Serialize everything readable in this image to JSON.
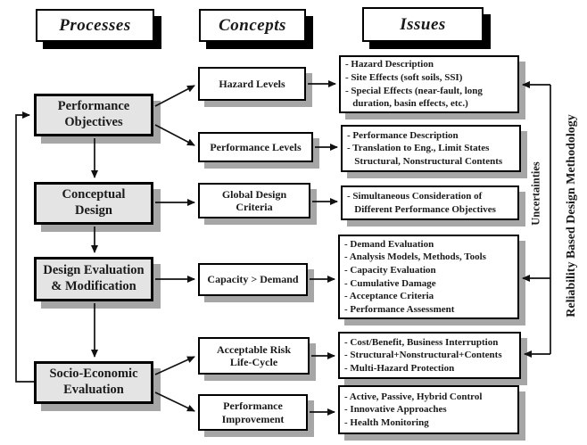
{
  "diagram": {
    "headers": {
      "processes": "Processes",
      "concepts": "Concepts",
      "issues": "Issues"
    },
    "processes": [
      {
        "label": "Performance\nObjectives"
      },
      {
        "label": "Conceptual\nDesign"
      },
      {
        "label": "Design Evaluation\n& Modification"
      },
      {
        "label": "Socio-Economic\nEvaluation"
      }
    ],
    "concepts": [
      {
        "label": "Hazard Levels"
      },
      {
        "label": "Performance Levels"
      },
      {
        "label": "Global Design\nCriteria"
      },
      {
        "label": "Capacity > Demand"
      },
      {
        "label": "Acceptable Risk\nLife-Cycle"
      },
      {
        "label": "Performance\nImprovement"
      }
    ],
    "issues": [
      {
        "lines": [
          "- Hazard Description",
          "- Site Effects (soft soils, SSI)",
          "- Special Effects (near-fault, long",
          "   duration, basin effects, etc.)"
        ]
      },
      {
        "lines": [
          "- Performance Description",
          "- Translation to Eng., Limit States",
          "   Structural, Nonstructural Contents"
        ]
      },
      {
        "lines": [
          "- Simultaneous Consideration of",
          "   Different Performance Objectives"
        ]
      },
      {
        "lines": [
          "- Demand Evaluation",
          "- Analysis Models, Methods, Tools",
          "- Capacity Evaluation",
          "- Cumulative Damage",
          "- Acceptance Criteria",
          "- Performance Assessment"
        ]
      },
      {
        "lines": [
          "- Cost/Benefit, Business Interruption",
          "- Structural+Nonstructural+Contents",
          "- Multi-Hazard Protection"
        ]
      },
      {
        "lines": [
          "- Active, Passive, Hybrid Control",
          "- Innovative Approaches",
          "- Health Monitoring"
        ]
      }
    ],
    "side_labels": {
      "uncertainties": "Uncertainties",
      "methodology": "Reliability Based Design Methodology"
    },
    "colors": {
      "process_fill": "#e4e4e4",
      "box_shadow": "#a6a6a6",
      "header_shadow": "#000000",
      "line": "#111111",
      "background": "#ffffff"
    }
  }
}
